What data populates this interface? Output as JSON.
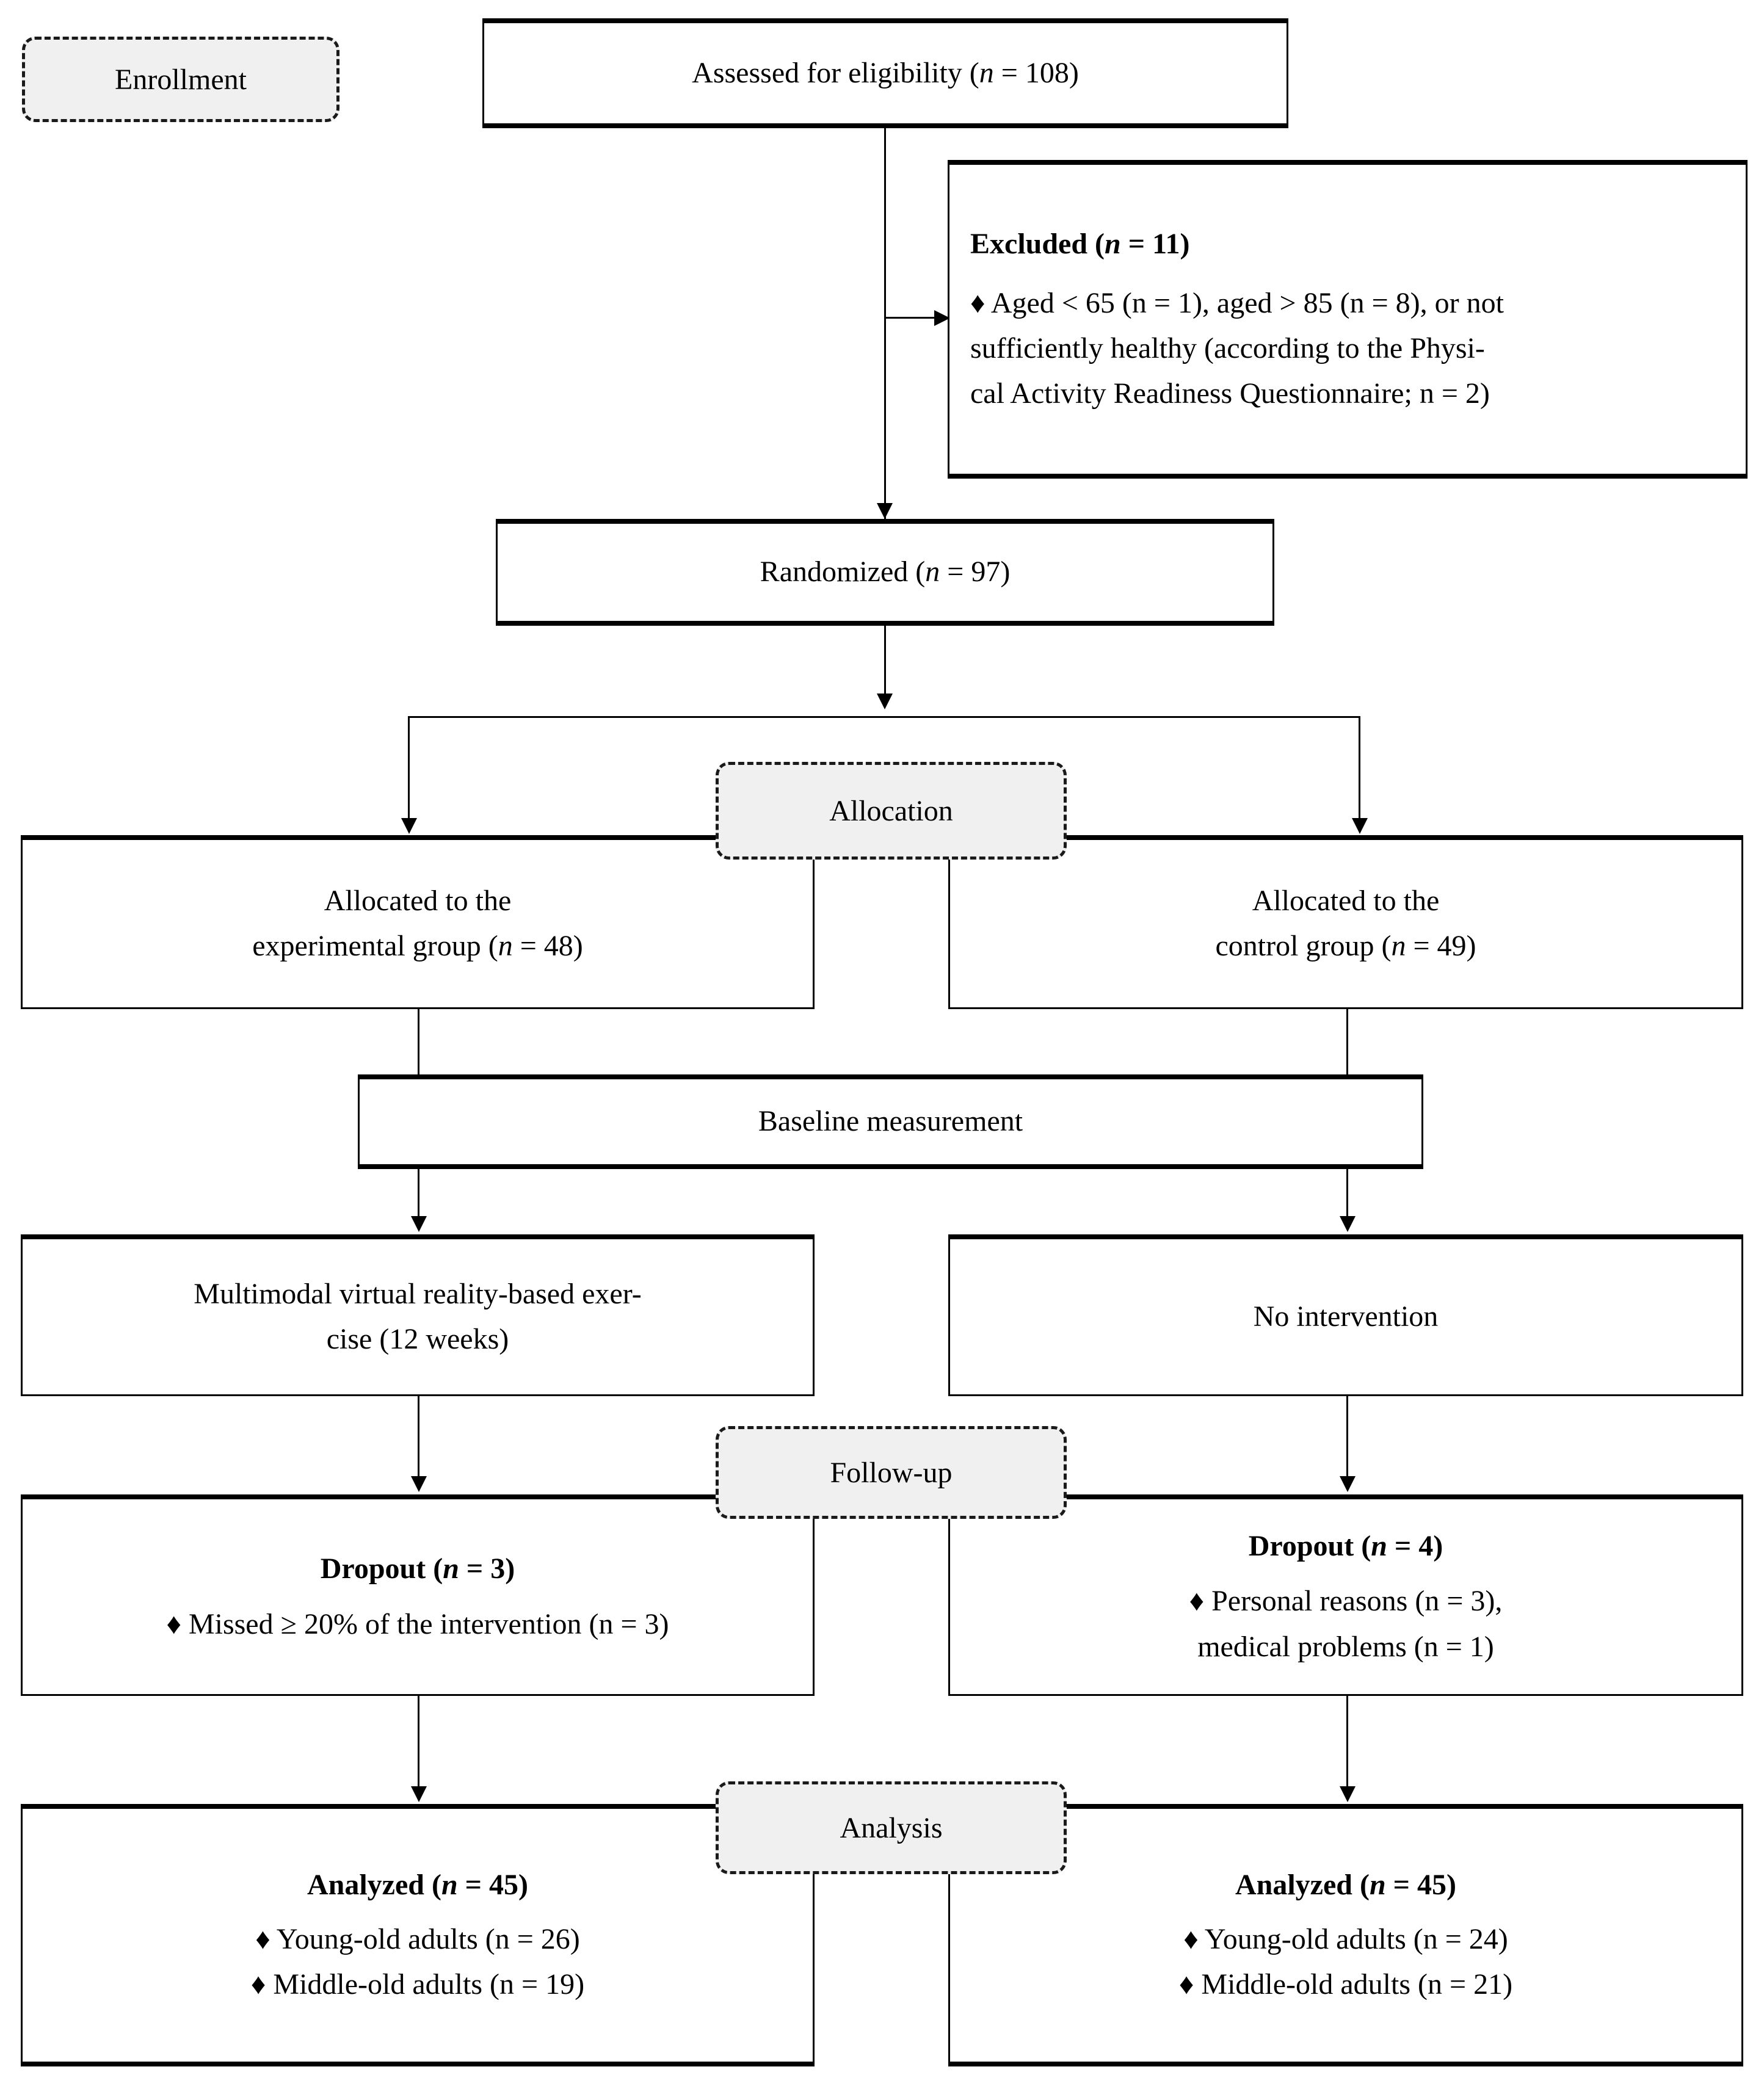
{
  "diagram": {
    "title": "CONSORT participant flow diagram",
    "type": "flowchart",
    "bullet_glyph": "♦"
  },
  "stages": {
    "enrollment": "Enrollment",
    "allocation": "Allocation",
    "followup": "Follow-up",
    "analysis": "Analysis"
  },
  "nodes": {
    "assessed": {
      "label": "Assessed for eligibility (n = 108)",
      "text": "Assessed for eligibility (",
      "var": "n",
      "value": " = 108)"
    },
    "excluded": {
      "heading": "Excluded (n = 11)",
      "heading_text": "Excluded (",
      "heading_var": "n",
      "heading_value": " = 11)",
      "reason_line1": "♦ Aged < 65 (n = 1), aged > 85 (n = 8), or not",
      "reason_line2": "sufficiently healthy (according to the Physi-",
      "reason_line3": "cal Activity Readiness Questionnaire; n = 2)"
    },
    "randomized": {
      "label": "Randomized (n = 97)"
    },
    "alloc_exp": {
      "line1": "Allocated to the",
      "line2": "experimental group (n = 48)"
    },
    "alloc_ctrl": {
      "line1": "Allocated to the",
      "line2": "control group (n = 49)"
    },
    "baseline": {
      "label": "Baseline measurement"
    },
    "intervention_exp": {
      "line1": "Multimodal virtual reality-based exer-",
      "line2": "cise (12 weeks)"
    },
    "intervention_ctrl": {
      "label": "No intervention"
    },
    "dropout_exp": {
      "heading": "Dropout (n = 3)",
      "line1": "♦ Missed ≥ 20% of the intervention (n = 3)"
    },
    "dropout_ctrl": {
      "heading": "Dropout (n = 4)",
      "line1": "♦ Personal reasons (n = 3),",
      "line2": "medical problems (n = 1)"
    },
    "analyzed_exp": {
      "heading": "Analyzed (n = 45)",
      "line1": "♦ Young-old adults (n = 26)",
      "line2": "♦ Middle-old adults (n = 19)"
    },
    "analyzed_ctrl": {
      "heading": "Analyzed (n = 45)",
      "line1": "♦ Young-old adults (n = 24)",
      "line2": "♦ Middle-old adults (n = 21)"
    }
  },
  "chart_data": {
    "type": "flow",
    "counts": {
      "assessed_for_eligibility": 108,
      "excluded_total": 11,
      "excluded_aged_under_65": 1,
      "excluded_aged_over_85": 8,
      "excluded_not_sufficiently_healthy": 2,
      "randomized": 97,
      "allocated_experimental": 48,
      "allocated_control": 49,
      "dropout_experimental": 3,
      "dropout_experimental_missed_20pct": 3,
      "dropout_control": 4,
      "dropout_control_personal_reasons": 3,
      "dropout_control_medical_problems": 1,
      "analyzed_experimental": 45,
      "analyzed_experimental_young_old": 26,
      "analyzed_experimental_middle_old": 19,
      "analyzed_control": 45,
      "analyzed_control_young_old": 24,
      "analyzed_control_middle_old": 21
    },
    "intervention_duration_weeks": 12
  },
  "colors": {
    "stage_fill": "#f0f0f0",
    "stage_border": "#1a1a1a",
    "box_border": "#000000",
    "page_background": "#ffffff"
  }
}
